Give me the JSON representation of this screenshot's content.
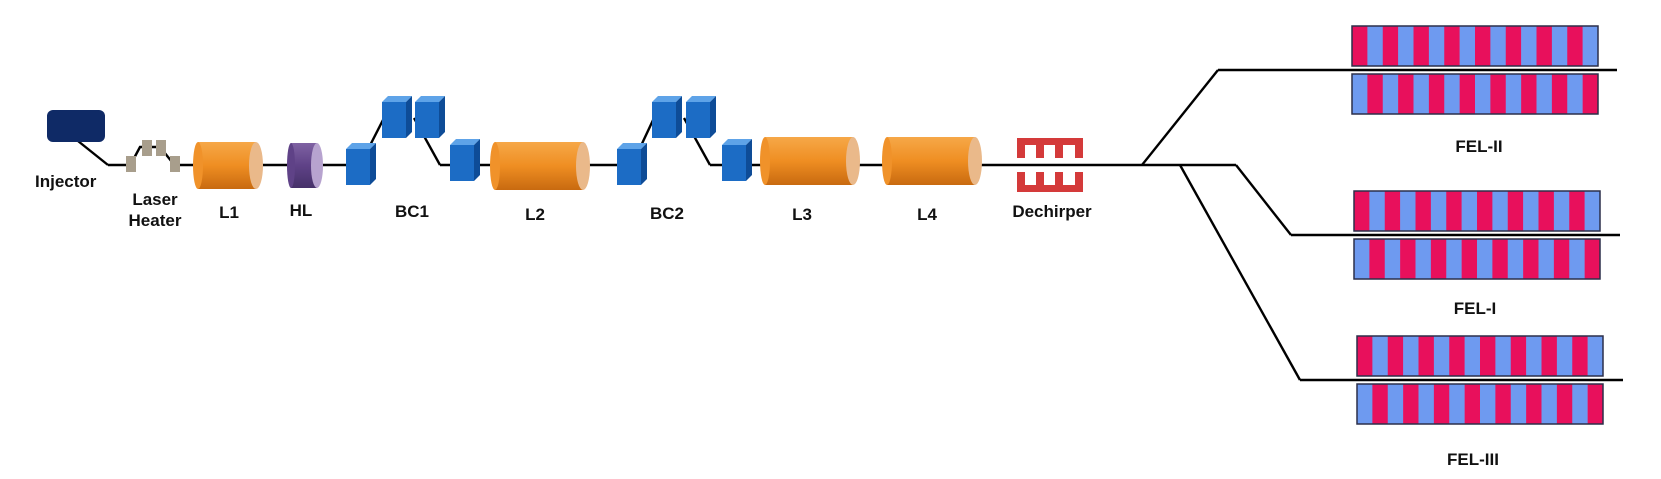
{
  "labels": {
    "injector": "Injector",
    "laser_heater_line1": "Laser",
    "laser_heater_line2": "Heater",
    "l1": "L1",
    "hl": "HL",
    "bc1": "BC1",
    "l2": "L2",
    "bc2": "BC2",
    "l3": "L3",
    "l4": "L4",
    "dechirper": "Dechirper",
    "fel2": "FEL-II",
    "fel1": "FEL-I",
    "fel3": "FEL-III"
  },
  "colors": {
    "injector": "#0f2a66",
    "laser_heater": "#a89e8c",
    "linac": "#f0922a",
    "linac_cap": "#eab98a",
    "harmonic_linac": "#6b4c8c",
    "dipole": "#1f6fc4",
    "dechirper": "#d43a3a",
    "undulator_pink": "#e8105c",
    "undulator_blue": "#6e9af0",
    "beamline": "#000000"
  },
  "undulators": {
    "top_row_periods": 8,
    "bottom_row_periods": 8
  }
}
